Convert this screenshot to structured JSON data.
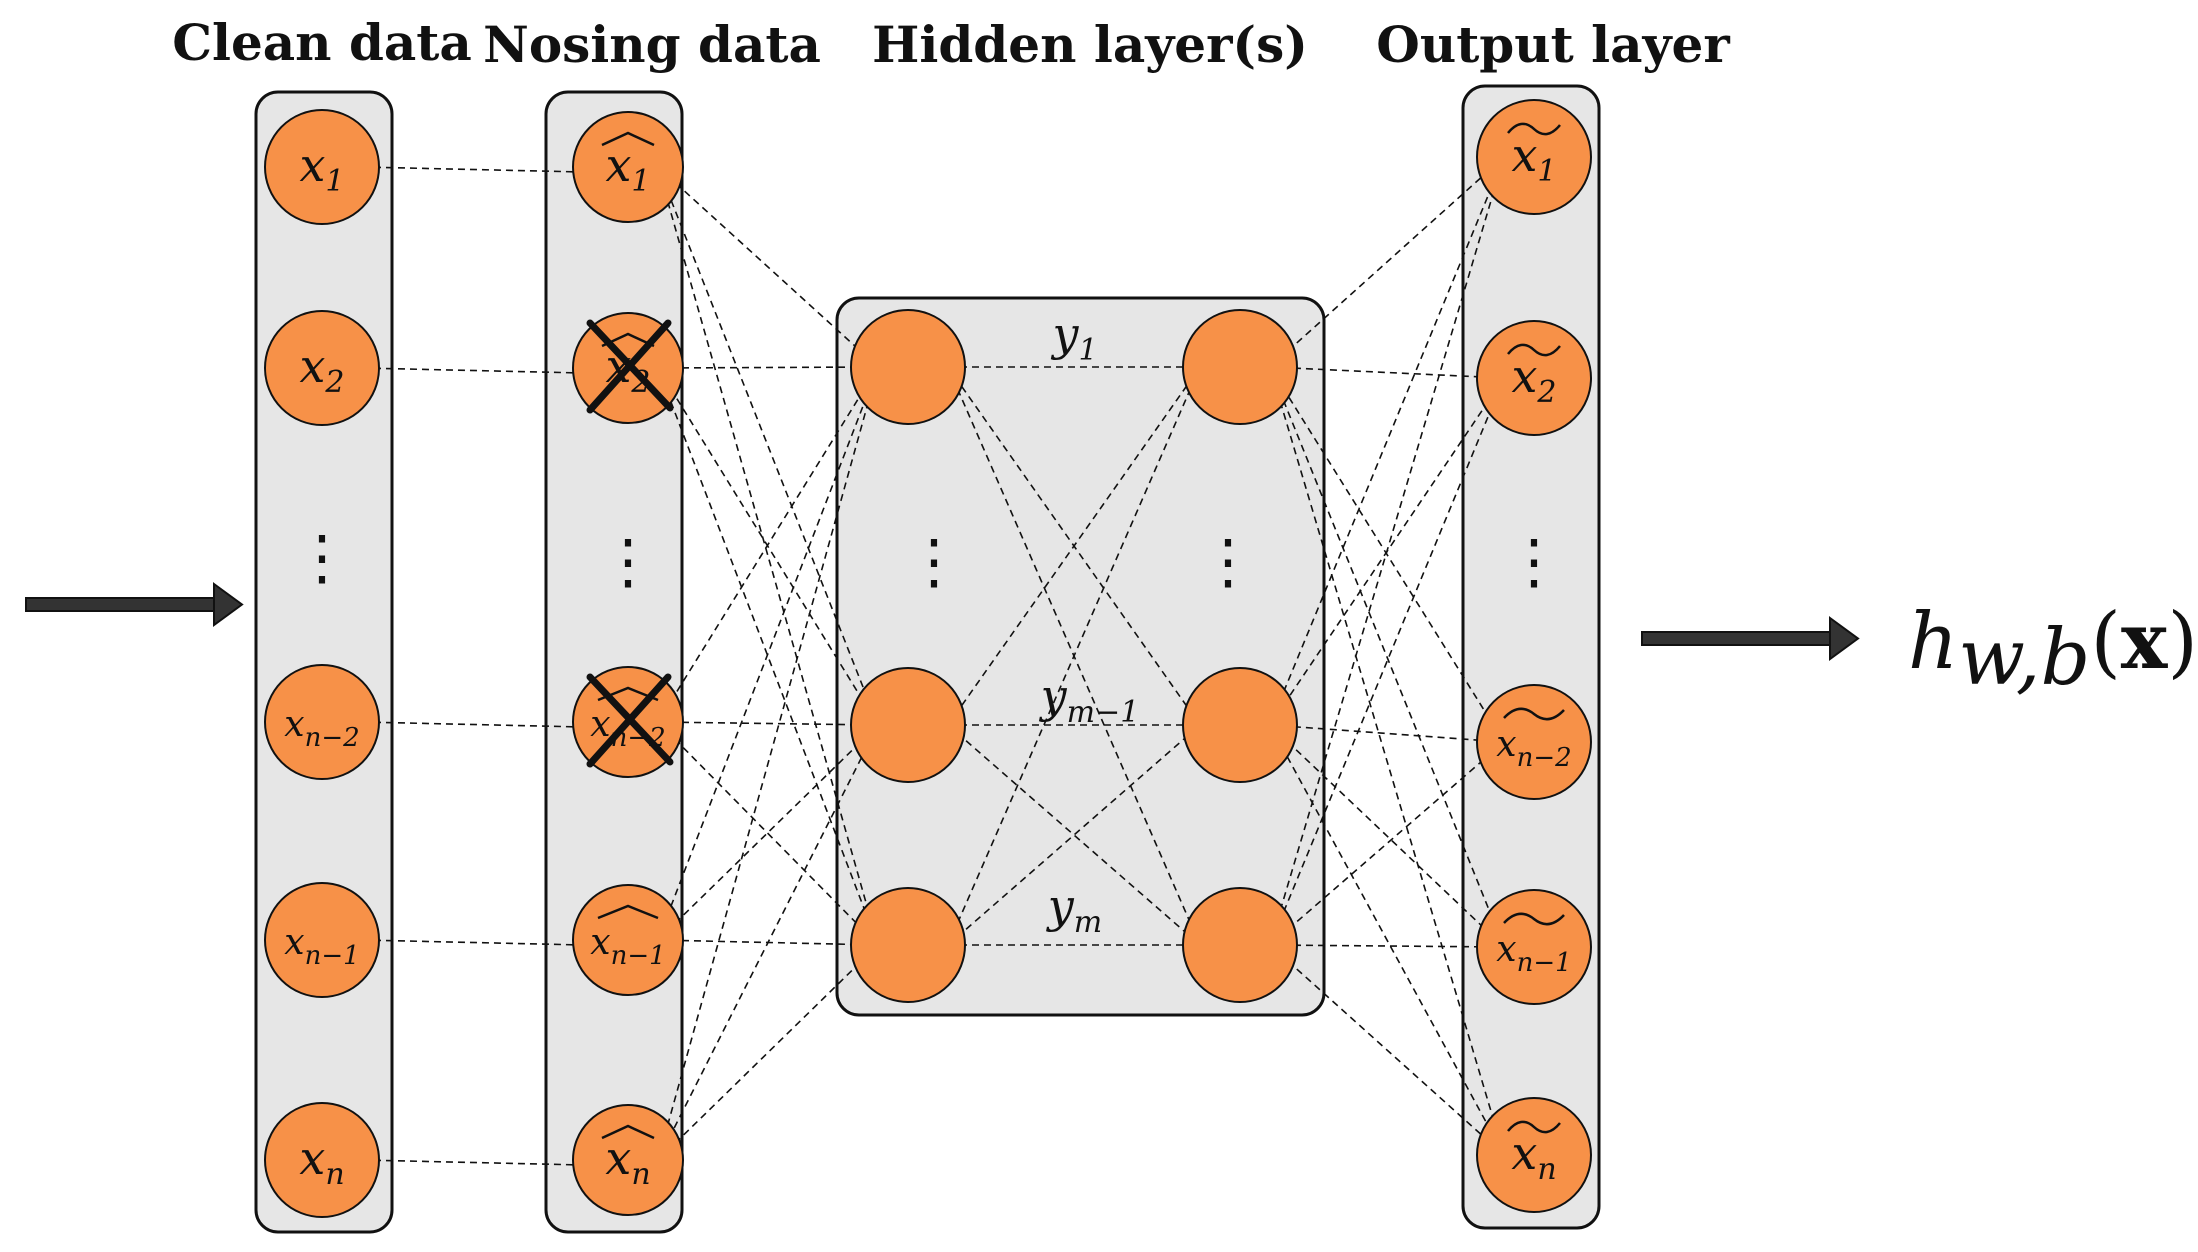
{
  "columns": {
    "clean": {
      "title": "Clean data",
      "nodes": [
        {
          "base": "x",
          "sub": "1"
        },
        {
          "base": "x",
          "sub": "2"
        },
        {
          "base": "x",
          "sub": "n−2"
        },
        {
          "base": "x",
          "sub": "n−1"
        },
        {
          "base": "x",
          "sub": "n"
        }
      ],
      "ellipsis": "⋮"
    },
    "noising": {
      "title": "Nosing data",
      "nodes": [
        {
          "base": "x",
          "sub": "1",
          "accent": "hat",
          "crossed": false
        },
        {
          "base": "x",
          "sub": "2",
          "accent": "hat",
          "crossed": true
        },
        {
          "base": "x",
          "sub": "n−2",
          "accent": "hat",
          "crossed": true
        },
        {
          "base": "x",
          "sub": "n−1",
          "accent": "hat",
          "crossed": false
        },
        {
          "base": "x",
          "sub": "n",
          "accent": "hat",
          "crossed": false
        }
      ],
      "ellipsis": "⋮"
    },
    "hidden": {
      "title": "Hidden layer(s)",
      "row_labels": [
        {
          "base": "y",
          "sub": "1"
        },
        {
          "base": "y",
          "sub": "m−1"
        },
        {
          "base": "y",
          "sub": "m"
        }
      ],
      "ellipsis": "⋮"
    },
    "output": {
      "title": "Output layer",
      "nodes": [
        {
          "base": "x",
          "sub": "1",
          "accent": "tilde"
        },
        {
          "base": "x",
          "sub": "2",
          "accent": "tilde"
        },
        {
          "base": "x",
          "sub": "n−2",
          "accent": "tilde"
        },
        {
          "base": "x",
          "sub": "n−1",
          "accent": "tilde"
        },
        {
          "base": "x",
          "sub": "n",
          "accent": "tilde"
        }
      ],
      "ellipsis": "⋮"
    }
  },
  "result": {
    "fn": "h",
    "sub": "w,b",
    "open": "(",
    "arg": "x",
    "close": ")"
  },
  "colors": {
    "node_fill": "#f79148",
    "panel_fill": "#e6e6e6",
    "stroke": "#111111"
  }
}
